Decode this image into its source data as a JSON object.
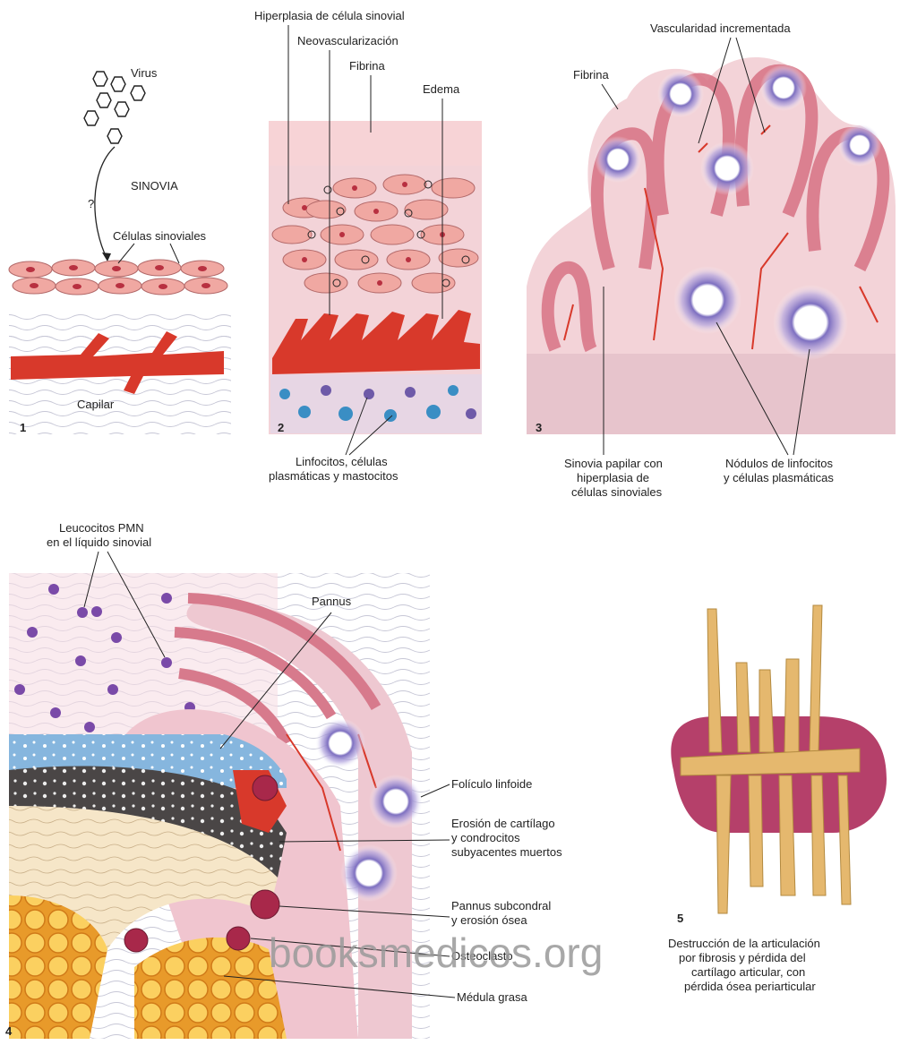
{
  "panels": [
    {
      "number": "1",
      "labels": {
        "virus": "Virus",
        "synovia": "SINOVIA",
        "question": "?",
        "synovial_cells": "Células sinoviales",
        "capillary": "Capilar"
      }
    },
    {
      "number": "2",
      "labels": {
        "hyperplasia": "Hiperplasia de célula sinovial",
        "neovascular": "Neovascularización",
        "fibrin": "Fibrina",
        "edema": "Edema",
        "cells_1": "Linfocitos, células",
        "cells_2": "plasmáticas y mastocitos"
      }
    },
    {
      "number": "3",
      "labels": {
        "vascularity": "Vascularidad incrementada",
        "fibrin": "Fibrina",
        "papillary_1": "Sinovia papilar con",
        "papillary_2": "hiperplasia de",
        "papillary_3": "células sinoviales",
        "nodules_1": "Nódulos de linfocitos",
        "nodules_2": "y células plasmáticas"
      }
    },
    {
      "number": "4",
      "labels": {
        "pmn_1": "Leucocitos PMN",
        "pmn_2": "en el líquido sinovial",
        "pannus": "Pannus",
        "follicle": "Folículo linfoide",
        "erosion_1": "Erosión de cartílago",
        "erosion_2": "y condrocitos",
        "erosion_3": "subyacentes muertos",
        "subchondral_1": "Pannus subcondral",
        "subchondral_2": "y erosión ósea",
        "osteoclast": "Osteoclasto",
        "marrow": "Médula grasa"
      }
    },
    {
      "number": "5",
      "labels": {
        "destruction_1": "Destrucción de la articulación",
        "destruction_2": "por fibrosis y pérdida del",
        "destruction_3": "cartílago articular, con",
        "destruction_4": "pérdida ósea periarticular"
      }
    }
  ],
  "watermark": "booksmedicos.org",
  "colors": {
    "tissue": "#f2c6cf",
    "vessel": "#d8392b",
    "cell": "#f0a8a2",
    "nucleus": "#b83040",
    "lymph": "#5a4aa0",
    "cartilage_blue": "#7fb2dc",
    "bone_dark": "#4a4646",
    "marrow": "#f2b43a",
    "ankylosis": "#e5b86e",
    "joint": "#b5406a"
  }
}
